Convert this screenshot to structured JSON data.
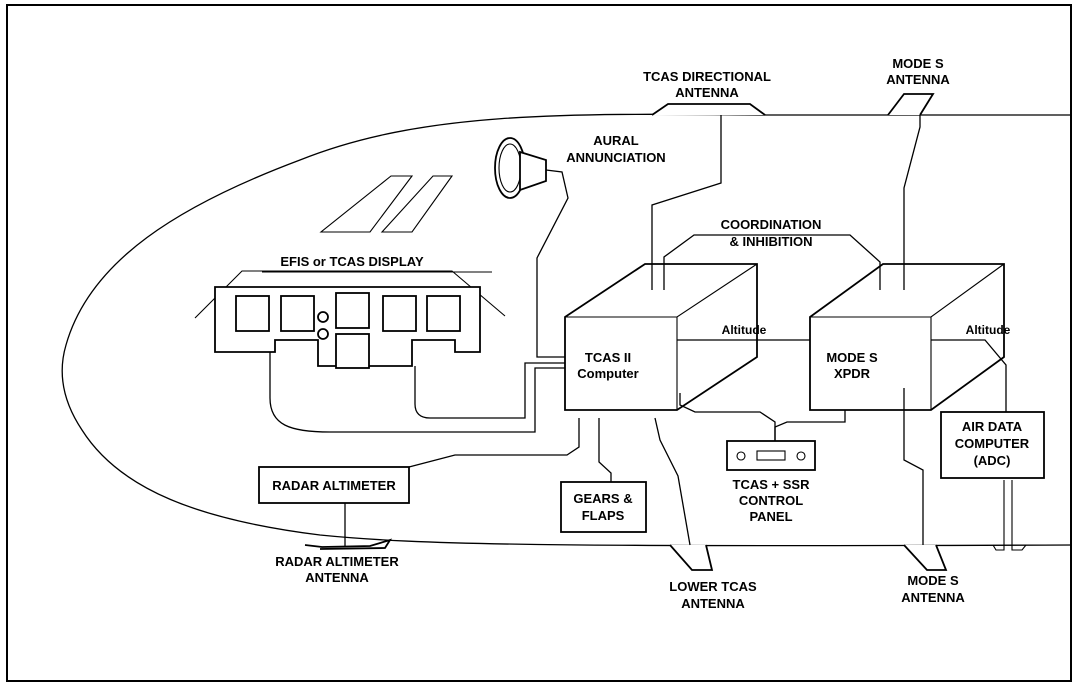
{
  "labels": {
    "tcas_directional_antenna": [
      "TCAS DIRECTIONAL",
      "ANTENNA"
    ],
    "mode_s_antenna_top": [
      "MODE S",
      "ANTENNA"
    ],
    "aural_annunciation": [
      "AURAL",
      "ANNUNCIATION"
    ],
    "coordination_inhibition": [
      "COORDINATION",
      "& INHIBITION"
    ],
    "efis_display": "EFIS or TCAS DISPLAY",
    "altitude_1": "Altitude",
    "altitude_2": "Altitude",
    "tcas_computer": [
      "TCAS II",
      "Computer"
    ],
    "mode_s_xpdr": [
      "MODE S",
      "XPDR"
    ],
    "air_data_computer": [
      "AIR DATA",
      "COMPUTER",
      "(ADC)"
    ],
    "radar_altimeter": "RADAR ALTIMETER",
    "gears_flaps": [
      "GEARS &",
      "FLAPS"
    ],
    "control_panel": [
      "TCAS + SSR",
      "CONTROL",
      "PANEL"
    ],
    "radar_altimeter_antenna": [
      "RADAR ALTIMETER",
      "ANTENNA"
    ],
    "lower_tcas_antenna": [
      "LOWER TCAS",
      "ANTENNA"
    ],
    "mode_s_antenna_bottom": [
      "MODE S",
      "ANTENNA"
    ]
  }
}
